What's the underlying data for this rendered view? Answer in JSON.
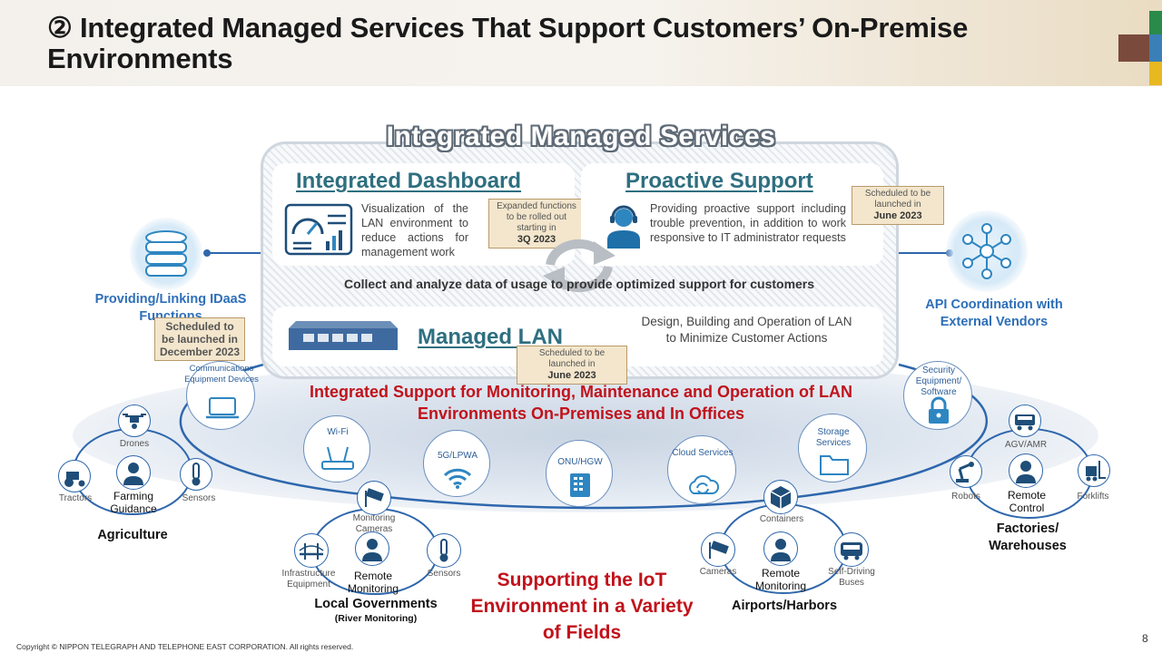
{
  "title": "② Integrated Managed Services That Support Customers’ On-Premise Environments",
  "ims_title": "Integrated Managed Services",
  "dashboard": {
    "heading": "Integrated Dashboard",
    "text": "Visualization of the LAN environment to reduce actions for management work",
    "tag_line": "Expanded functions to be rolled out starting in",
    "tag_date": "3Q 2023"
  },
  "proactive": {
    "heading": "Proactive Support",
    "text": "Providing proactive support including trouble prevention, in addition to work responsive to IT administrator requests",
    "tag_line": "Scheduled to be launched in",
    "tag_date": "June 2023"
  },
  "collect_text": "Collect and analyze data of usage to provide optimized support for customers",
  "managed_lan": {
    "heading": "Managed LAN",
    "text": "Design, Building and Operation of LAN to Minimize Customer Actions",
    "tag_line": "Scheduled to be launched in",
    "tag_date": "June 2023"
  },
  "idaas": {
    "label": "Providing/Linking IDaaS Functions",
    "tag": "Scheduled to be launched in December 2023"
  },
  "api": {
    "label": "API Coordination with External Vendors"
  },
  "integrated_support": "Integrated Support for Monitoring, Maintenance and Operation of LAN Environments On-Premises and In Offices",
  "supporting_iot": "Supporting the IoT Environment in a Variety of Fields",
  "devices": {
    "comm": "Communications Equipment Devices",
    "wifi": "Wi-Fi",
    "lpwa": "5G/LPWA",
    "onu": "ONU/HGW",
    "cloud": "Cloud Services",
    "storage": "Storage Services",
    "security": "Security Equipment/ Software"
  },
  "fields": {
    "agriculture": {
      "name": "Agriculture",
      "center": "Farming Guidance",
      "top": "Drones",
      "left": "Tractors",
      "right": "Sensors"
    },
    "local_gov": {
      "name": "Local Governments",
      "sub": "(River Monitoring)",
      "center": "Remote Monitoring",
      "top": "Monitoring Cameras",
      "left": "Infrastructure Equipment",
      "right": "Sensors"
    },
    "airports": {
      "name": "Airports/Harbors",
      "center": "Remote Monitoring",
      "top": "Containers",
      "left": "Cameras",
      "right": "Self-Driving Buses"
    },
    "factories": {
      "name": "Factories/ Warehouses",
      "center": "Remote Control",
      "top": "AGV/AMR",
      "left": "Robots",
      "right": "Forklifts"
    }
  },
  "copyright": "Copyright © NIPPON TELEGRAPH AND TELEPHONE EAST CORPORATION. All rights reserved.",
  "page_number": "8",
  "colors": {
    "accent_blue": "#2d6fb8",
    "heading_teal": "#2e6f80",
    "red": "#c1121b",
    "tag_bg": "#f3e6cc"
  }
}
